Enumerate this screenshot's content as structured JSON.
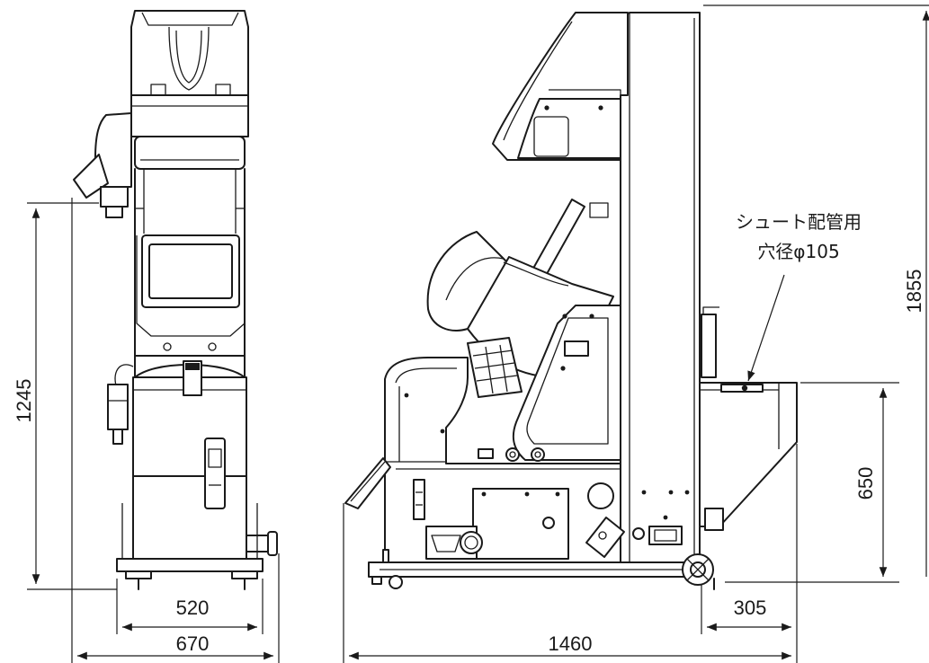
{
  "dimensions": {
    "front_height": "1245",
    "front_inner_width": "520",
    "front_total_width": "670",
    "side_total_height": "1855",
    "side_chute_height": "650",
    "side_chute_width": "305",
    "side_total_length": "1460"
  },
  "annotation": {
    "line1": "シュート配管用",
    "line2": "穴径φ105"
  },
  "colors": {
    "line": "#1a1a1a",
    "background": "#ffffff"
  }
}
